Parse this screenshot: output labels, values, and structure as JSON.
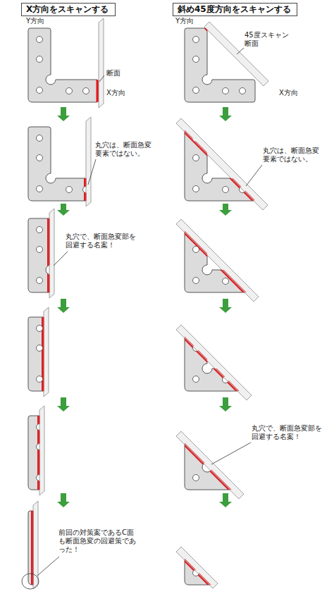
{
  "diagram": {
    "nodes": [
      {
        "text": [
          "X方向をスキャンする"
        ]
      },
      {
        "text": [
          "斜め45度方向をスキャンする"
        ]
      }
    ],
    "labels": [
      "Y方向",
      "断面",
      "X方向",
      "丸穴は、断面急変 要素ではない。",
      "丸穴で、断面急変部を 回避する名案！",
      "前回の対策案であるC面 も断面急変の回避策であ った！",
      "Y方向",
      "45度スキャン 断面",
      "X方向",
      "丸穴は、断面急変 要素ではない。",
      "丸穴で、断面急変部を 回避する名案！"
    ]
  }
}
